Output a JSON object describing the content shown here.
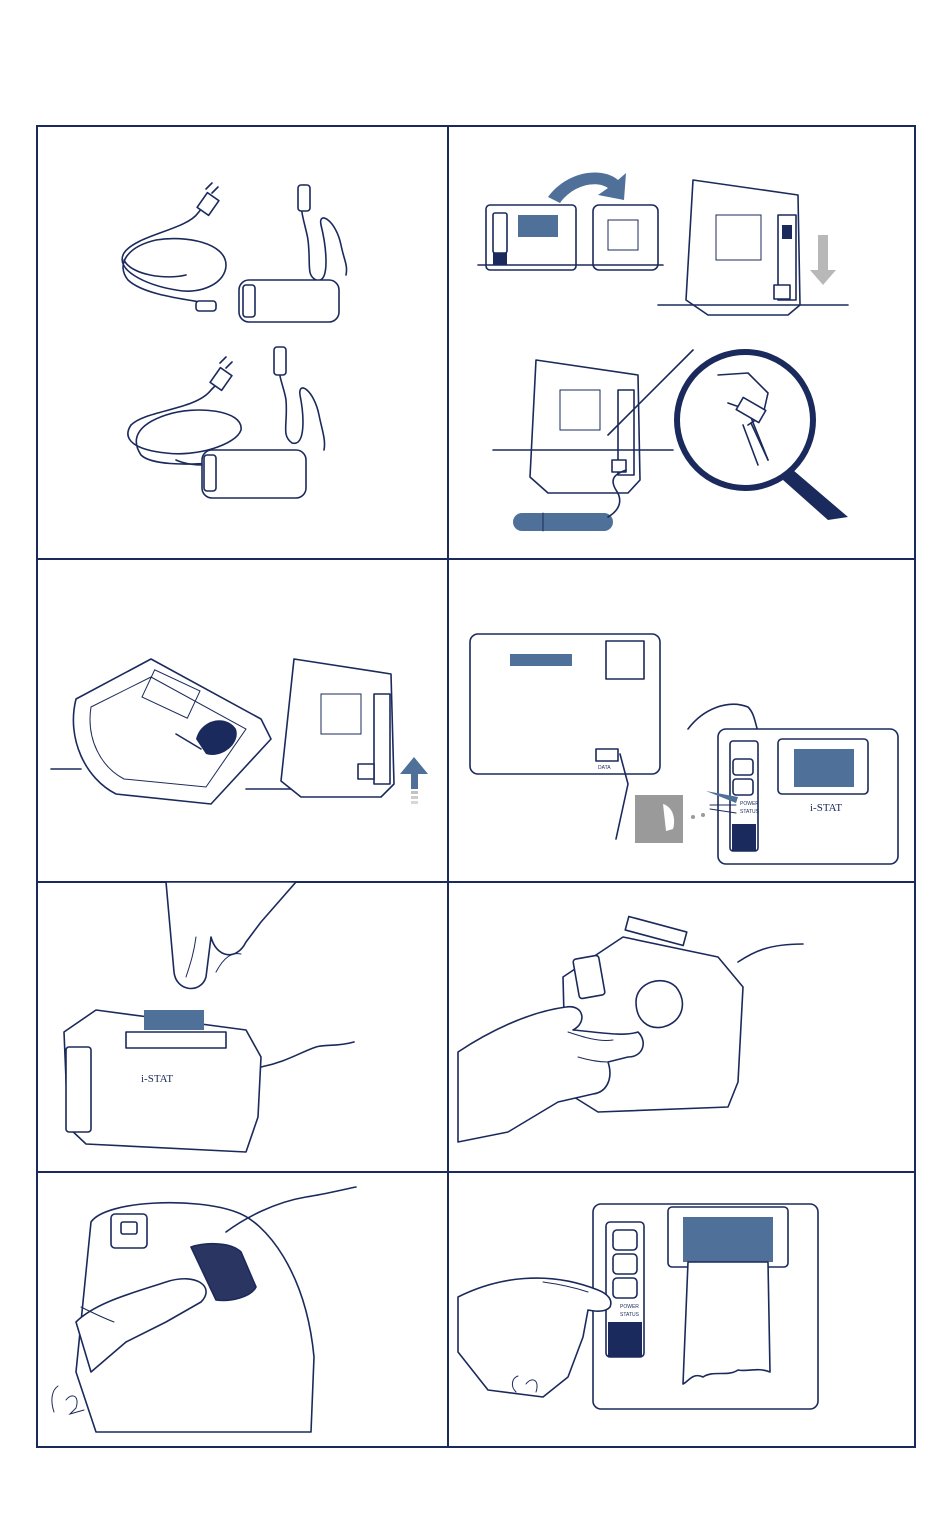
{
  "labels": {
    "brand": "i-STAT",
    "data_port": "DATA",
    "power": "POWER",
    "status": "STATUS"
  },
  "colors": {
    "line": "#1b2a5c",
    "accent": "#4f7099",
    "navy": "#1b2a5c",
    "grey": "#9a9a9a"
  },
  "panels": [
    {
      "id": "power-supplies",
      "icons": [
        "ac-power-cord-icon",
        "power-adapter-icon"
      ]
    },
    {
      "id": "battery-install",
      "icons": [
        "rotate-arrow-icon",
        "battery-icon",
        "magnifier-icon"
      ]
    },
    {
      "id": "battery-cover-close",
      "icons": [
        "up-arrow-icon"
      ]
    },
    {
      "id": "data-cable-connect",
      "icons": [
        "data-cable-icon",
        "indicator-light-icon"
      ]
    },
    {
      "id": "paper-cover-open",
      "icons": [
        "hand-icon"
      ]
    },
    {
      "id": "paper-roll-insert",
      "icons": [
        "hand-icon",
        "paper-roll-icon"
      ]
    },
    {
      "id": "paper-cover-close",
      "icons": [
        "hand-icon"
      ]
    },
    {
      "id": "paper-feed-button",
      "icons": [
        "hand-icon",
        "printout-icon"
      ]
    }
  ]
}
